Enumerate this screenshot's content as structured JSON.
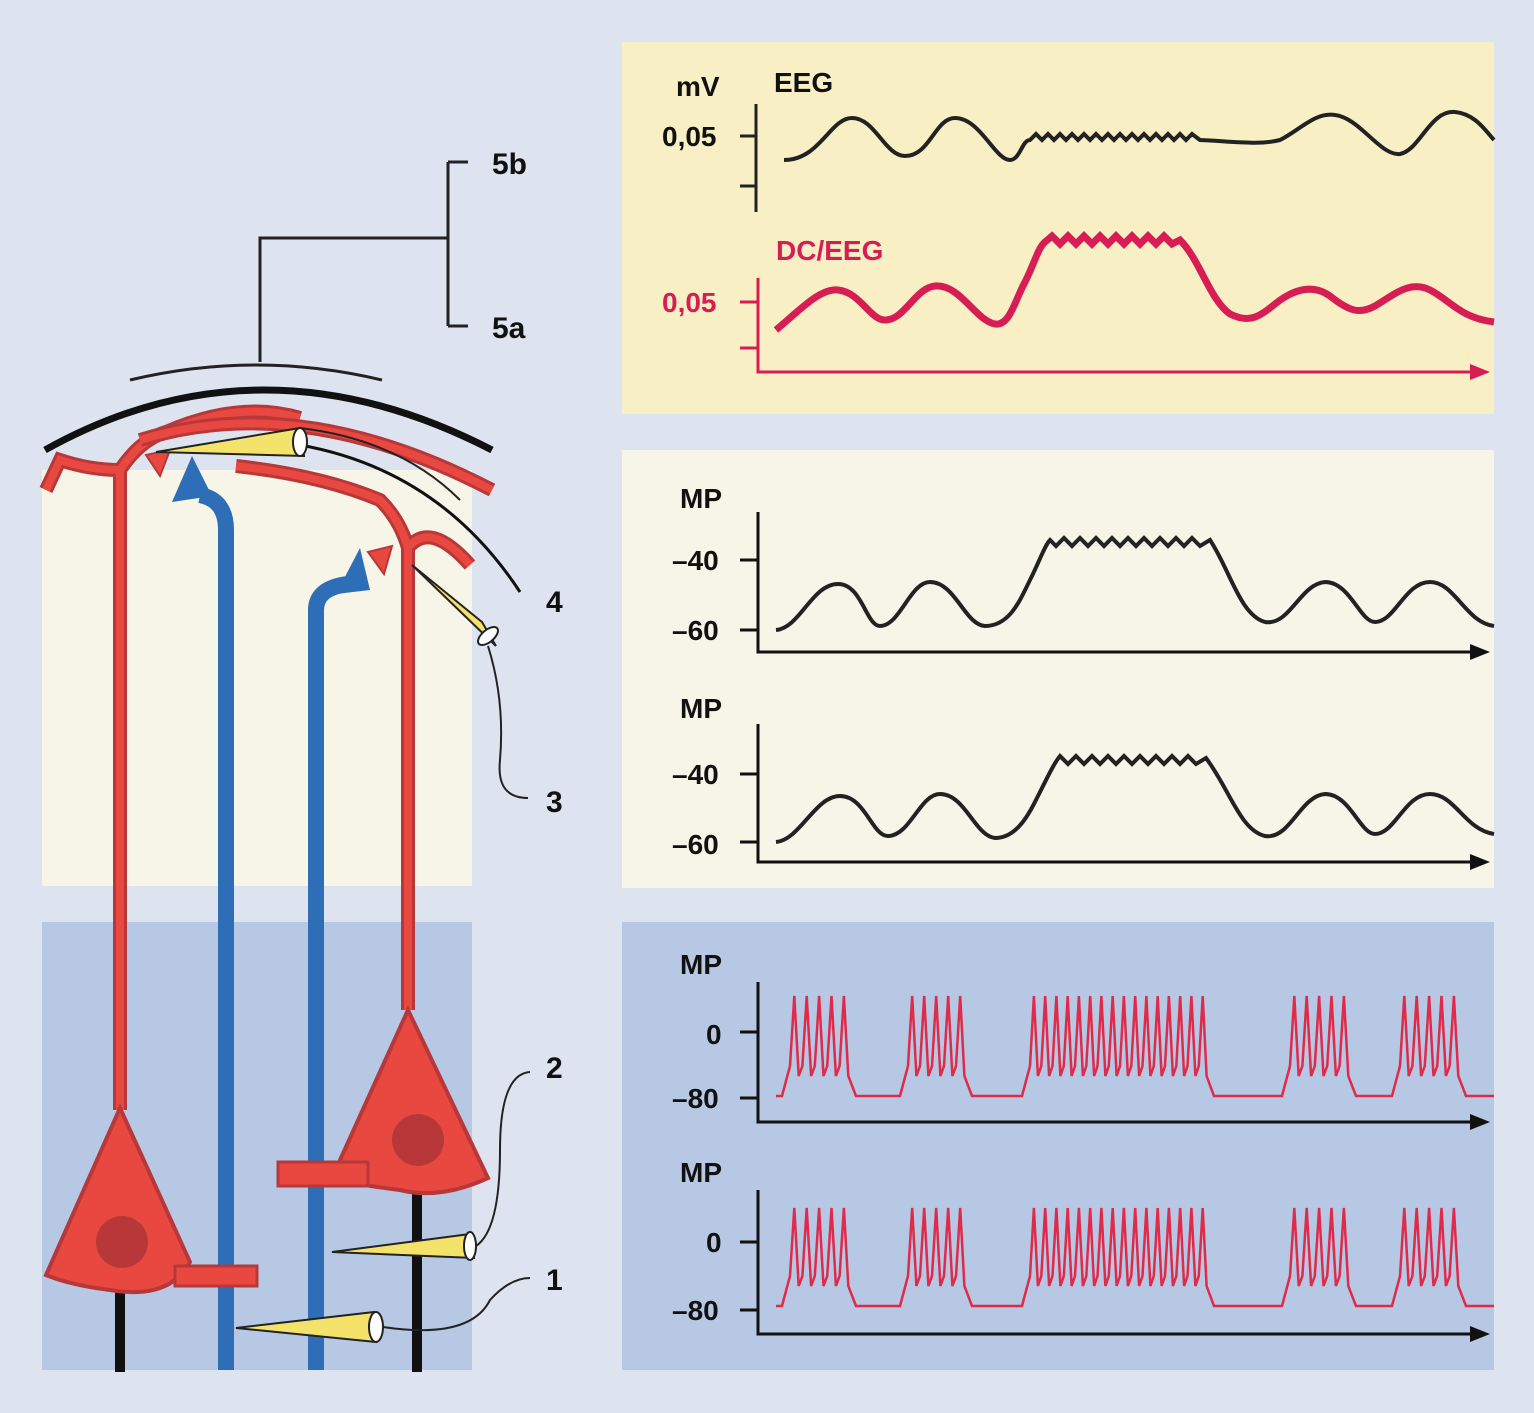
{
  "colors": {
    "background": "#dde4f0",
    "eeg_panel": "#f9efc4",
    "cortex_panel": "#f7f4e8",
    "thalamus_panel": "#b6c8e4",
    "neuron_red": "#e8483f",
    "neuron_dark": "#b8383a",
    "afferent_blue": "#2d6eb6",
    "electrode_yellow": "#f4e36a",
    "trace_black": "#222222",
    "trace_red": "#d61e55",
    "spike_red": "#e02a4a"
  },
  "labels": {
    "n1": "1",
    "n2": "2",
    "n3": "3",
    "n4": "4",
    "n5a": "5a",
    "n5b": "5b"
  },
  "eeg_panel": {
    "eeg_unit": "mV",
    "eeg_title": "EEG",
    "eeg_tick": "0,05",
    "dc_title": "DC/EEG",
    "dc_tick": "0,05"
  },
  "mp_panel_1": {
    "title": "MP",
    "ticks": [
      "–40",
      "–60"
    ]
  },
  "mp_panel_2": {
    "title": "MP",
    "ticks": [
      "–40",
      "–60"
    ]
  },
  "spike_panel_1": {
    "title": "MP",
    "ticks": [
      "0",
      "–80"
    ]
  },
  "spike_panel_2": {
    "title": "MP",
    "ticks": [
      "0",
      "–80"
    ]
  }
}
